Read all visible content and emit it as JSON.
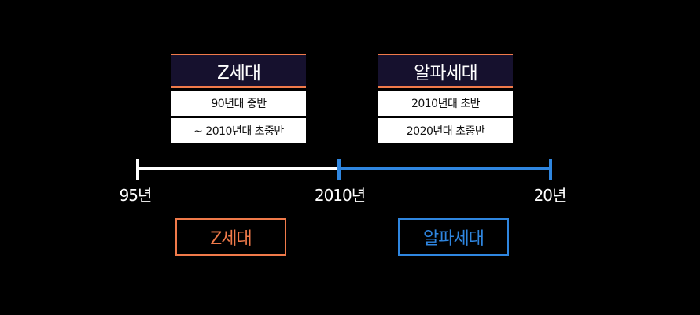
{
  "colors": {
    "background": "#000000",
    "header_bg": "#16112e",
    "accent_orange": "#f07a4a",
    "accent_blue": "#2f86e0",
    "line_white": "#ffffff"
  },
  "cards": [
    {
      "title": "Z세대",
      "rows": [
        "90년대 중반",
        "~ 2010년대 초중반"
      ]
    },
    {
      "title": "알파세대",
      "rows": [
        "2010년대 초반",
        "2020년대 초중반"
      ]
    }
  ],
  "timeline": {
    "labels": [
      "95년",
      "2010년",
      "20년"
    ]
  },
  "tags": [
    {
      "label": "Z세대"
    },
    {
      "label": "알파세대"
    }
  ]
}
